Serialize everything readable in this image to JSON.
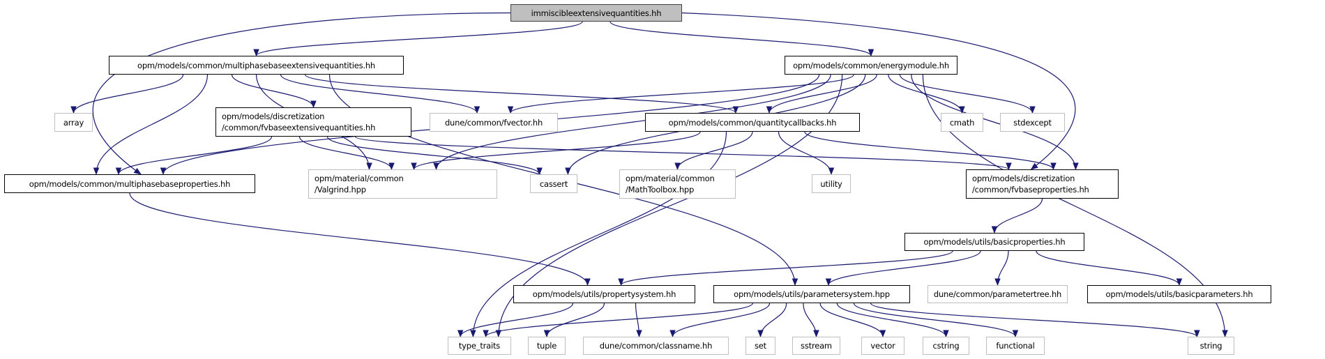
{
  "diagram": {
    "type": "include-dependency-graph",
    "edge_color": "#191970",
    "root_fill": "#bfbfbf",
    "nodes": [
      {
        "id": "root",
        "lines": [
          "immiscibleextensivequantities.hh"
        ],
        "kind": "root"
      },
      {
        "id": "multi",
        "lines": [
          "opm/models/common/multiphasebaseextensivequantities.hh"
        ],
        "kind": "local"
      },
      {
        "id": "energy",
        "lines": [
          "opm/models/common/energymodule.hh"
        ],
        "kind": "local"
      },
      {
        "id": "array",
        "lines": [
          "array"
        ],
        "kind": "system"
      },
      {
        "id": "fvbaseext",
        "lines": [
          "opm/models/discretization",
          "/common/fvbaseextensivequantities.hh"
        ],
        "kind": "local"
      },
      {
        "id": "fvector",
        "lines": [
          "dune/common/fvector.hh"
        ],
        "kind": "system"
      },
      {
        "id": "qc",
        "lines": [
          "opm/models/common/quantitycallbacks.hh"
        ],
        "kind": "local"
      },
      {
        "id": "cmath",
        "lines": [
          "cmath"
        ],
        "kind": "system"
      },
      {
        "id": "stdexcept",
        "lines": [
          "stdexcept"
        ],
        "kind": "system"
      },
      {
        "id": "mbprops",
        "lines": [
          "opm/models/common/multiphasebaseproperties.hh"
        ],
        "kind": "local"
      },
      {
        "id": "valgrind",
        "lines": [
          "opm/material/common",
          "/Valgrind.hpp"
        ],
        "kind": "system"
      },
      {
        "id": "cassert",
        "lines": [
          "cassert"
        ],
        "kind": "system"
      },
      {
        "id": "mathtoolbox",
        "lines": [
          "opm/material/common",
          "/MathToolbox.hpp"
        ],
        "kind": "system"
      },
      {
        "id": "utility",
        "lines": [
          "utility"
        ],
        "kind": "system"
      },
      {
        "id": "fvbaseprops",
        "lines": [
          "opm/models/discretization",
          "/common/fvbaseproperties.hh"
        ],
        "kind": "local"
      },
      {
        "id": "basicprops",
        "lines": [
          "opm/models/utils/basicproperties.hh"
        ],
        "kind": "local"
      },
      {
        "id": "propsys",
        "lines": [
          "opm/models/utils/propertysystem.hh"
        ],
        "kind": "local"
      },
      {
        "id": "paramsys",
        "lines": [
          "opm/models/utils/parametersystem.hpp"
        ],
        "kind": "local"
      },
      {
        "id": "paramtree",
        "lines": [
          "dune/common/parametertree.hh"
        ],
        "kind": "system"
      },
      {
        "id": "basicparams",
        "lines": [
          "opm/models/utils/basicparameters.hh"
        ],
        "kind": "local"
      },
      {
        "id": "type_traits",
        "lines": [
          "type_traits"
        ],
        "kind": "system"
      },
      {
        "id": "tuple",
        "lines": [
          "tuple"
        ],
        "kind": "system"
      },
      {
        "id": "classname",
        "lines": [
          "dune/common/classname.hh"
        ],
        "kind": "system"
      },
      {
        "id": "set",
        "lines": [
          "set"
        ],
        "kind": "system"
      },
      {
        "id": "sstream",
        "lines": [
          "sstream"
        ],
        "kind": "system"
      },
      {
        "id": "vector",
        "lines": [
          "vector"
        ],
        "kind": "system"
      },
      {
        "id": "cstring",
        "lines": [
          "cstring"
        ],
        "kind": "system"
      },
      {
        "id": "functional",
        "lines": [
          "functional"
        ],
        "kind": "system"
      },
      {
        "id": "string",
        "lines": [
          "string"
        ],
        "kind": "system"
      }
    ],
    "edges": [
      [
        "root",
        "multi"
      ],
      [
        "root",
        "energy"
      ],
      [
        "root",
        "mbprops"
      ],
      [
        "root",
        "fvbaseprops"
      ],
      [
        "multi",
        "array"
      ],
      [
        "multi",
        "mbprops"
      ],
      [
        "multi",
        "valgrind"
      ],
      [
        "multi",
        "fvbaseext"
      ],
      [
        "multi",
        "fvector"
      ],
      [
        "multi",
        "qc"
      ],
      [
        "multi",
        "paramsys"
      ],
      [
        "fvbaseext",
        "mbprops"
      ],
      [
        "fvbaseext",
        "valgrind"
      ],
      [
        "fvbaseext",
        "cassert"
      ],
      [
        "fvbaseext",
        "fvbaseprops"
      ],
      [
        "energy",
        "fvector"
      ],
      [
        "energy",
        "qc"
      ],
      [
        "energy",
        "mbprops"
      ],
      [
        "energy",
        "valgrind"
      ],
      [
        "energy",
        "cmath"
      ],
      [
        "energy",
        "stdexcept"
      ],
      [
        "energy",
        "fvbaseprops"
      ],
      [
        "energy",
        "cassert"
      ],
      [
        "energy",
        "type_traits"
      ],
      [
        "energy",
        "string"
      ],
      [
        "qc",
        "valgrind"
      ],
      [
        "qc",
        "mathtoolbox"
      ],
      [
        "qc",
        "utility"
      ],
      [
        "qc",
        "fvbaseprops"
      ],
      [
        "qc",
        "type_traits"
      ],
      [
        "mbprops",
        "propsys"
      ],
      [
        "fvbaseprops",
        "basicprops"
      ],
      [
        "basicprops",
        "propsys"
      ],
      [
        "basicprops",
        "paramsys"
      ],
      [
        "basicprops",
        "paramtree"
      ],
      [
        "basicprops",
        "basicparams"
      ],
      [
        "propsys",
        "type_traits"
      ],
      [
        "propsys",
        "tuple"
      ],
      [
        "propsys",
        "classname"
      ],
      [
        "paramsys",
        "type_traits"
      ],
      [
        "paramsys",
        "classname"
      ],
      [
        "paramsys",
        "set"
      ],
      [
        "paramsys",
        "sstream"
      ],
      [
        "paramsys",
        "vector"
      ],
      [
        "paramsys",
        "cstring"
      ],
      [
        "paramsys",
        "functional"
      ],
      [
        "paramsys",
        "string"
      ]
    ]
  }
}
